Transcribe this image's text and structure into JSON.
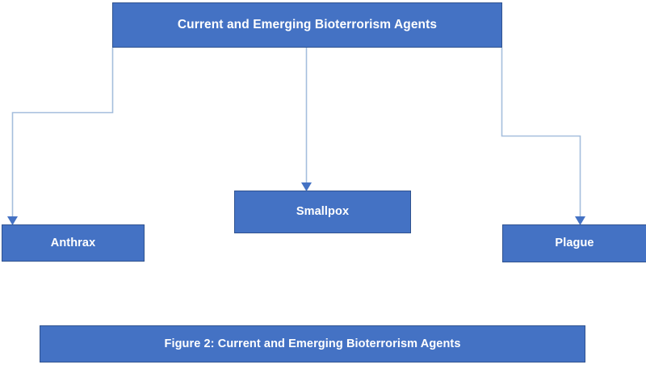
{
  "diagram": {
    "title": "Current and Emerging Bioterrorism Agents",
    "root": {
      "label": "Current and Emerging Bioterrorism Agents"
    },
    "children": [
      {
        "label": "Anthrax"
      },
      {
        "label": "Smallpox"
      },
      {
        "label": "Plague"
      }
    ],
    "caption": {
      "label": "Figure 2: Current and Emerging Bioterrorism Agents"
    },
    "colors": {
      "node_fill": "#4472C4",
      "node_border": "#2F528F",
      "node_text": "#FFFFFF",
      "connector_line": "#A5BEDD",
      "arrow_head": "#4472C4",
      "background": "#FFFFFF"
    },
    "connectors": [
      {
        "name": "root-to-anthrax",
        "style": "elbow"
      },
      {
        "name": "root-to-smallpox",
        "style": "straight"
      },
      {
        "name": "root-to-plague",
        "style": "elbow"
      }
    ]
  }
}
